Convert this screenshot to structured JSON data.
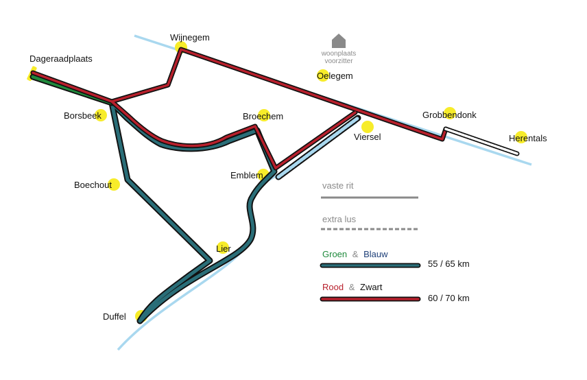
{
  "map": {
    "places": [
      {
        "id": "dageraadplaats",
        "name": "Dageraadplaats"
      },
      {
        "id": "wijnegem",
        "name": "Wijnegem"
      },
      {
        "id": "oelegem",
        "name": "Oelegem"
      },
      {
        "id": "borsbeek",
        "name": "Borsbeek"
      },
      {
        "id": "broechem",
        "name": "Broechem"
      },
      {
        "id": "grobbendonk",
        "name": "Grobbendonk"
      },
      {
        "id": "viersel",
        "name": "Viersel"
      },
      {
        "id": "herentals",
        "name": "Herentals"
      },
      {
        "id": "emblem",
        "name": "Emblem"
      },
      {
        "id": "boechout",
        "name": "Boechout"
      },
      {
        "id": "lier",
        "name": "Lier"
      },
      {
        "id": "duffel",
        "name": "Duffel"
      }
    ],
    "home": {
      "line1": "woonplaats",
      "line2": "voorzitter",
      "icon": "house-icon"
    }
  },
  "legend": {
    "fixed": "vaste rit",
    "extra": "extra lus",
    "green_word": "Groen",
    "amp": "&",
    "blue_word": "Blauw",
    "green_blue_value": "55 / 65 km",
    "red_word": "Rood",
    "black_word": "Zwart",
    "red_black_value": "60 / 70 km"
  },
  "colors": {
    "green": "#1f8a3c",
    "blue": "#1e3f78",
    "teal": "#2a6e78",
    "red": "#b8202c",
    "maroon": "#7a1a22",
    "river": "#a9d8ef",
    "marker": "#f7ec2a",
    "grey": "#8a8a8a"
  }
}
